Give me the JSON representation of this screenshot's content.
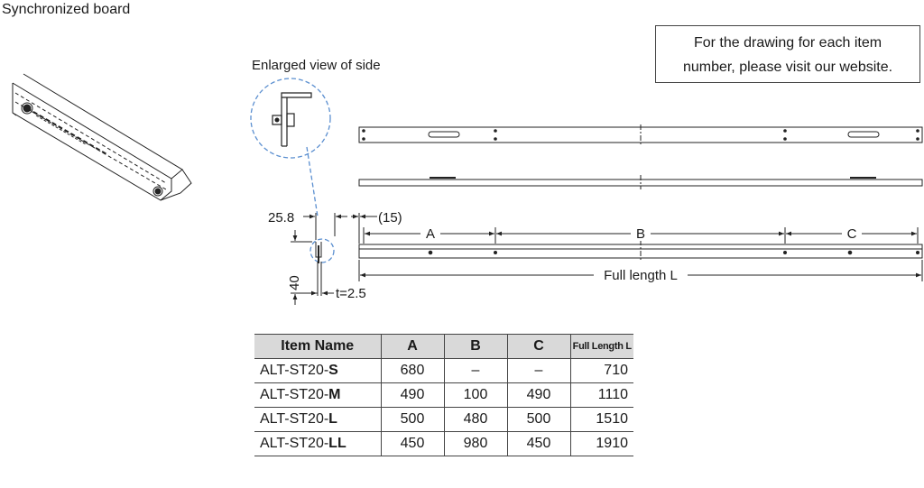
{
  "title": "Synchronized board",
  "enlarged_label": "Enlarged view of side",
  "note": {
    "line1": "For the drawing for each item",
    "line2": "number, please visit our website."
  },
  "dimensions": {
    "width": "25.8",
    "offset": "(15)",
    "height": "40",
    "thickness": "t=2.5",
    "a": "A",
    "b": "B",
    "c": "C",
    "full": "Full length L"
  },
  "table": {
    "headers": [
      "Item Name",
      "A",
      "B",
      "C",
      "Full Length L"
    ],
    "rows": [
      {
        "prefix": "ALT-ST20-",
        "suffix": "S",
        "a": "680",
        "b": "–",
        "c": "–",
        "full": "710"
      },
      {
        "prefix": "ALT-ST20-",
        "suffix": "M",
        "a": "490",
        "b": "100",
        "c": "490",
        "full": "1110"
      },
      {
        "prefix": "ALT-ST20-",
        "suffix": "L",
        "a": "500",
        "b": "480",
        "c": "500",
        "full": "1510"
      },
      {
        "prefix": "ALT-ST20-",
        "suffix": "LL",
        "a": "450",
        "b": "980",
        "c": "450",
        "full": "1910"
      }
    ]
  },
  "colors": {
    "line": "#222222",
    "callout": "#5b8fd0",
    "header_bg": "#d9d9d9"
  }
}
